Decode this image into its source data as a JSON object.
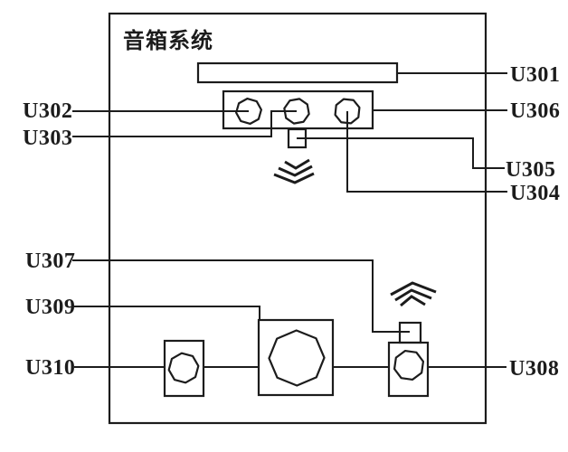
{
  "colors": {
    "ink": "#1c1c1c",
    "paper": "#ffffff"
  },
  "diagram": {
    "title": "音箱系统"
  },
  "labels": {
    "u301": "U301",
    "u302": "U302",
    "u303": "U303",
    "u304": "U304",
    "u305": "U305",
    "u306": "U306",
    "u307": "U307",
    "u308": "U308",
    "u309": "U309",
    "u310": "U310"
  },
  "icons": {
    "top_symbol": "signal-waves-down",
    "bottom_symbol": "signal-waves-up"
  }
}
